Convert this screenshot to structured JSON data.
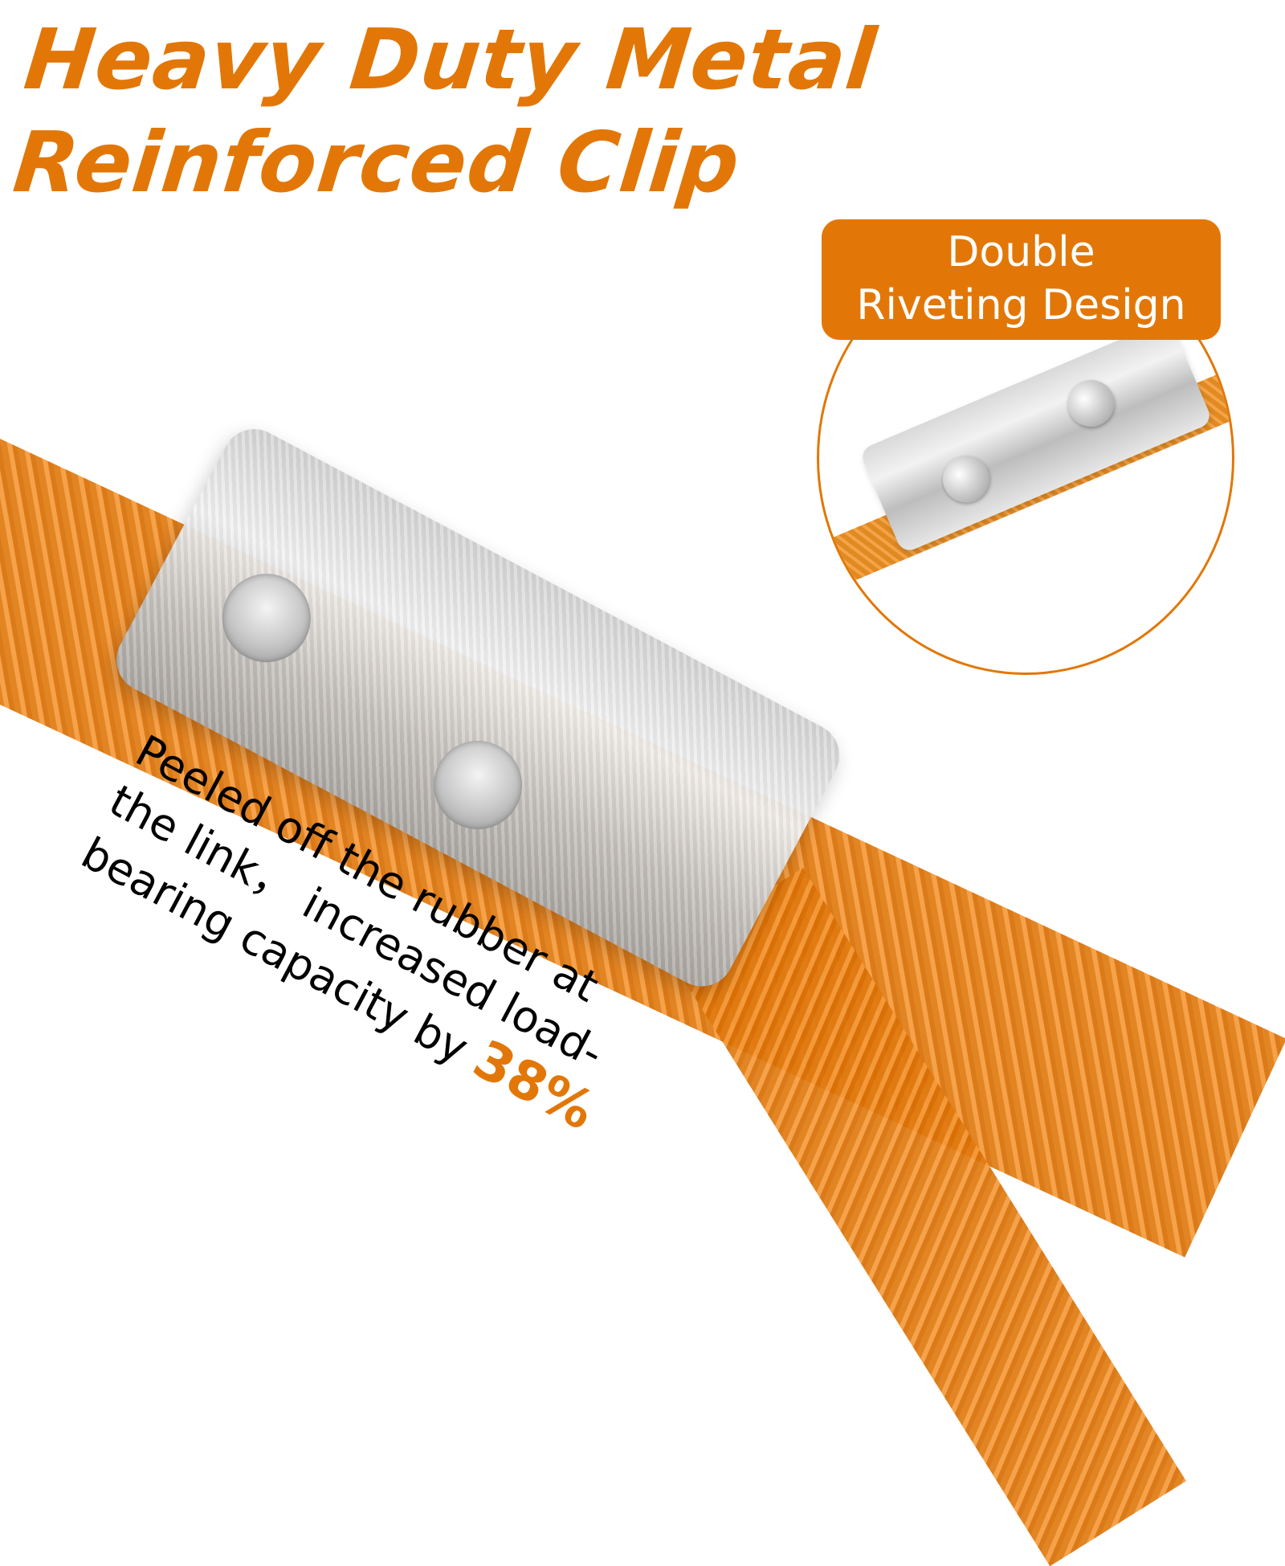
{
  "theme": {
    "accent": "#e27707",
    "cable": "#f08a1e",
    "metal": "#c9c9c9"
  },
  "headline": {
    "line1": "Heavy Duty Metal",
    "line2": "Reinforced Clip"
  },
  "callout": {
    "line1": "Double",
    "line2": "Riveting Design"
  },
  "caption": {
    "line1": "Peeled off the rubber at",
    "line2": "the link， increased load-",
    "line3": "bearing capacity by ",
    "highlight": "38%"
  }
}
